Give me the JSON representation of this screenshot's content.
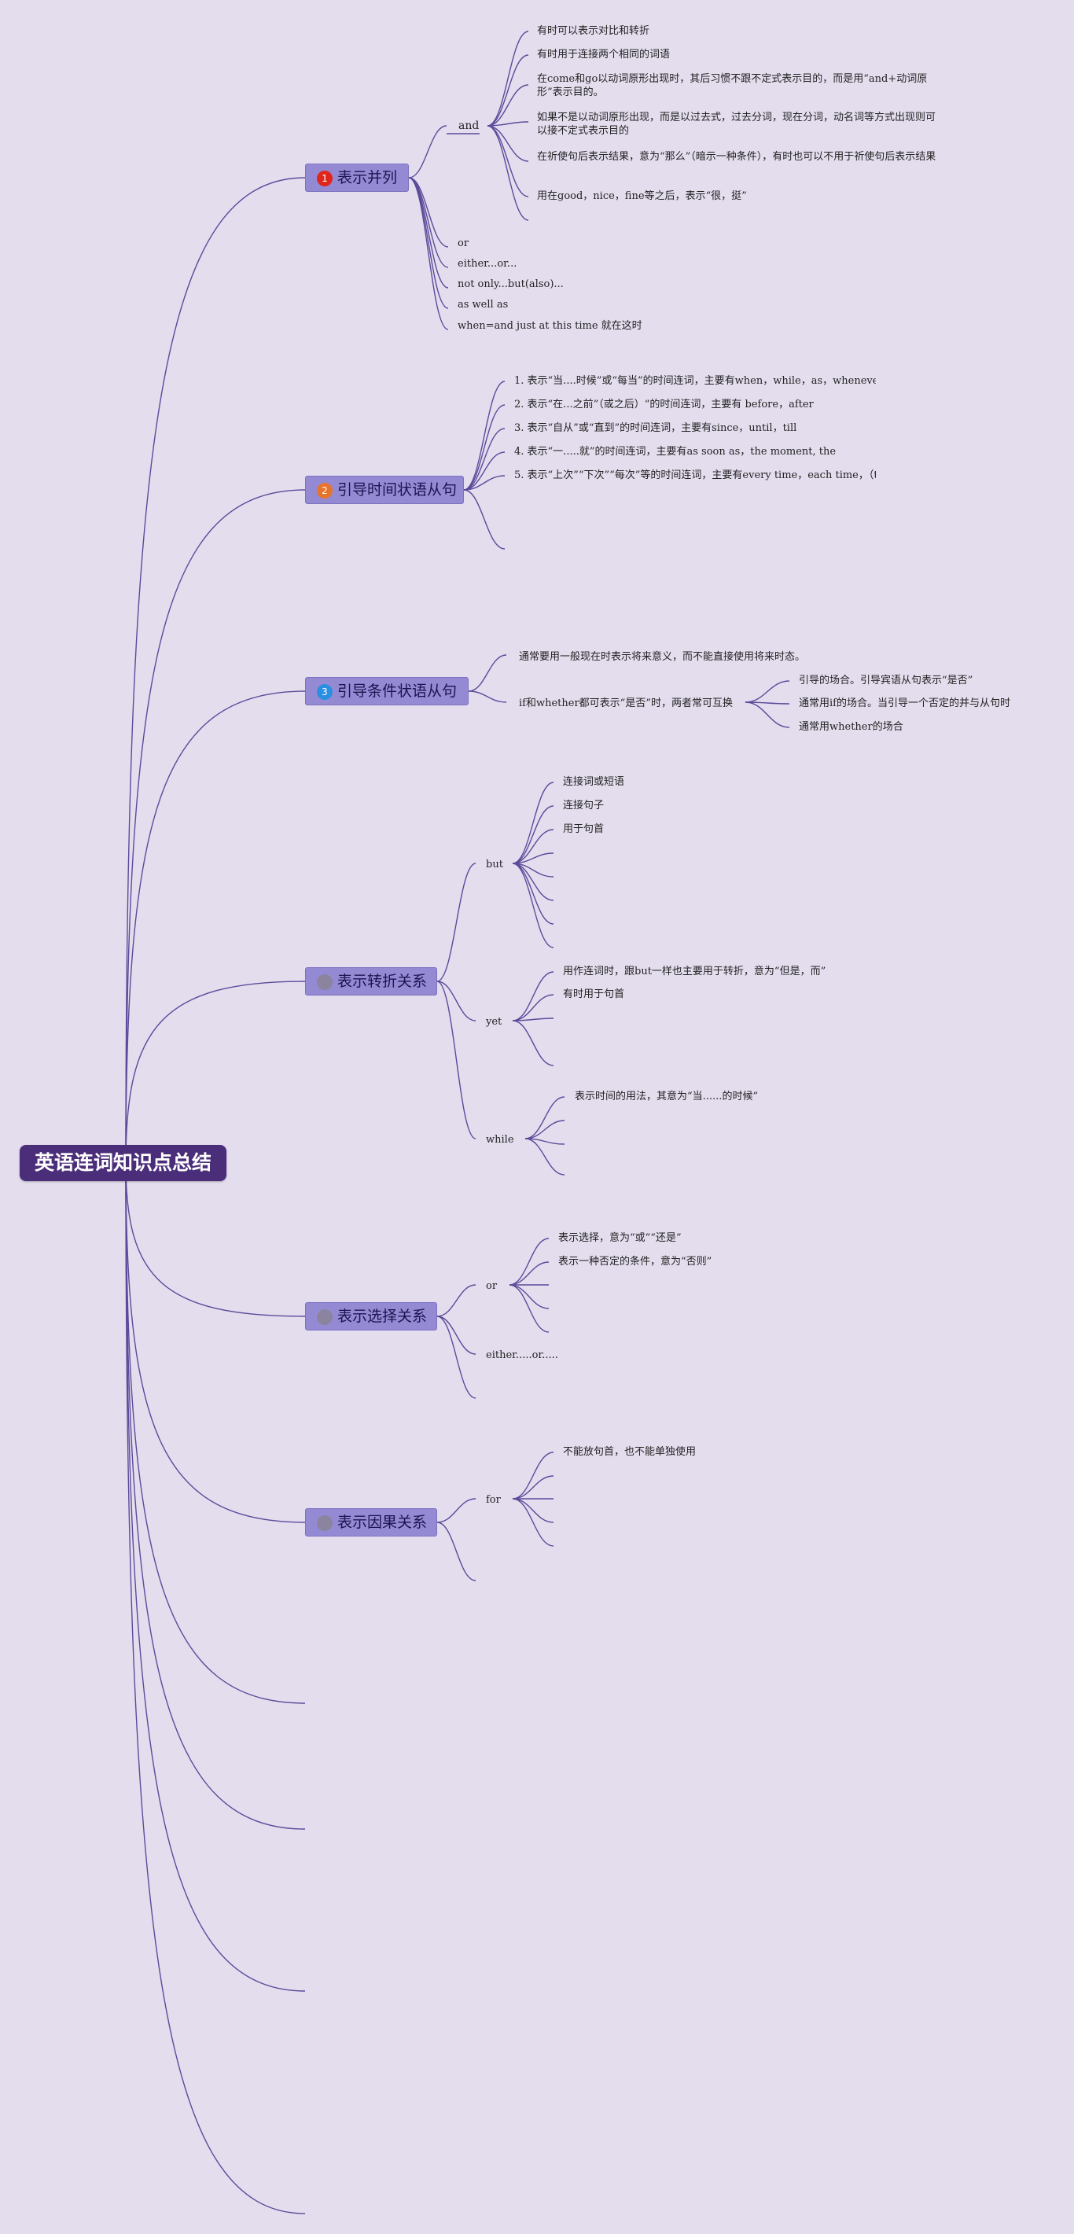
{
  "title": "英语连词知识点总结",
  "branches": [
    {
      "label": "表示并列",
      "badge": "1",
      "badge_color": "#e0261b",
      "subs": {
        "and": "and",
        "and_items": [
          "有时可以表示对比和转折",
          "有时用于连接两个相同的词语",
          "在come和go以动词原形出现时，其后习惯不跟不定式表示目的，而是用“and+动词原形”表示目的。",
          "如果不是以动词原形出现，而是以过去式，过去分词，现在分词，动名词等方式出现则可以接不定式表示目的",
          "在祈使句后表示结果，意为“那么”（暗示一种条件），有时也可以不用于祈使句后表示结果",
          "用在good，nice，fine等之后，表示“很，挺”"
        ],
        "others": [
          "or",
          "either...or...",
          "not only...but(also)...",
          "as well as",
          "when=and just at this time 就在这时"
        ]
      }
    },
    {
      "label": "引导时间状语从句",
      "badge": "2",
      "badge_color": "#e8742a",
      "items": [
        "1. 表示“当....时候”或“每当”的时间连词，主要有when，while，as，wheneve",
        "2. 表示“在...之前”（或之后）“的时间连词，主要有 before，after",
        "3. 表示“自从”或“直到”的时间连词，主要有since，until，till",
        "4. 表示“一.....就”的时间连词，主要有as soon as，the moment, the",
        "5. 表示“上次”“下次”“每次”等的时间连词，主要有every time，each time，（t"
      ]
    },
    {
      "label": "引导条件状语从句",
      "badge": "3",
      "badge_color": "#2a8fe0",
      "items": [
        "通常要用一般现在时表示将来意义，而不能直接使用将来时态。",
        "if和whether都可表示“是否”时，两者常可互换"
      ],
      "if_items": [
        "引导的场合。引导宾语从句表示“是否”",
        "通常用if的场合。当引导一个否定的并与从句时",
        "通常用whether的场合"
      ]
    },
    {
      "label": "表示转折关系",
      "badge": "",
      "badge_color": "#8a849e",
      "but": "but",
      "but_items": [
        "连接词或短语",
        "连接句子",
        "用于句首"
      ],
      "yet": "yet",
      "yet_items": [
        "用作连词时，跟but一样也主要用于转折，意为“但是，而”",
        "有时用于句首"
      ],
      "while": "while",
      "while_items": [
        "表示时间的用法，其意为“当......的时候”"
      ]
    },
    {
      "label": "表示选择关系",
      "badge": "",
      "badge_color": "#8a849e",
      "or": "or",
      "or_items": [
        "表示选择，意为“或”“还是”",
        "表示一种否定的条件，意为“否则”"
      ],
      "either_or": "either.....or....."
    },
    {
      "label": "表示因果关系",
      "badge": "",
      "badge_color": "#8a849e",
      "for": "for",
      "for_items": [
        "不能放句首，也不能单独使用"
      ]
    }
  ]
}
